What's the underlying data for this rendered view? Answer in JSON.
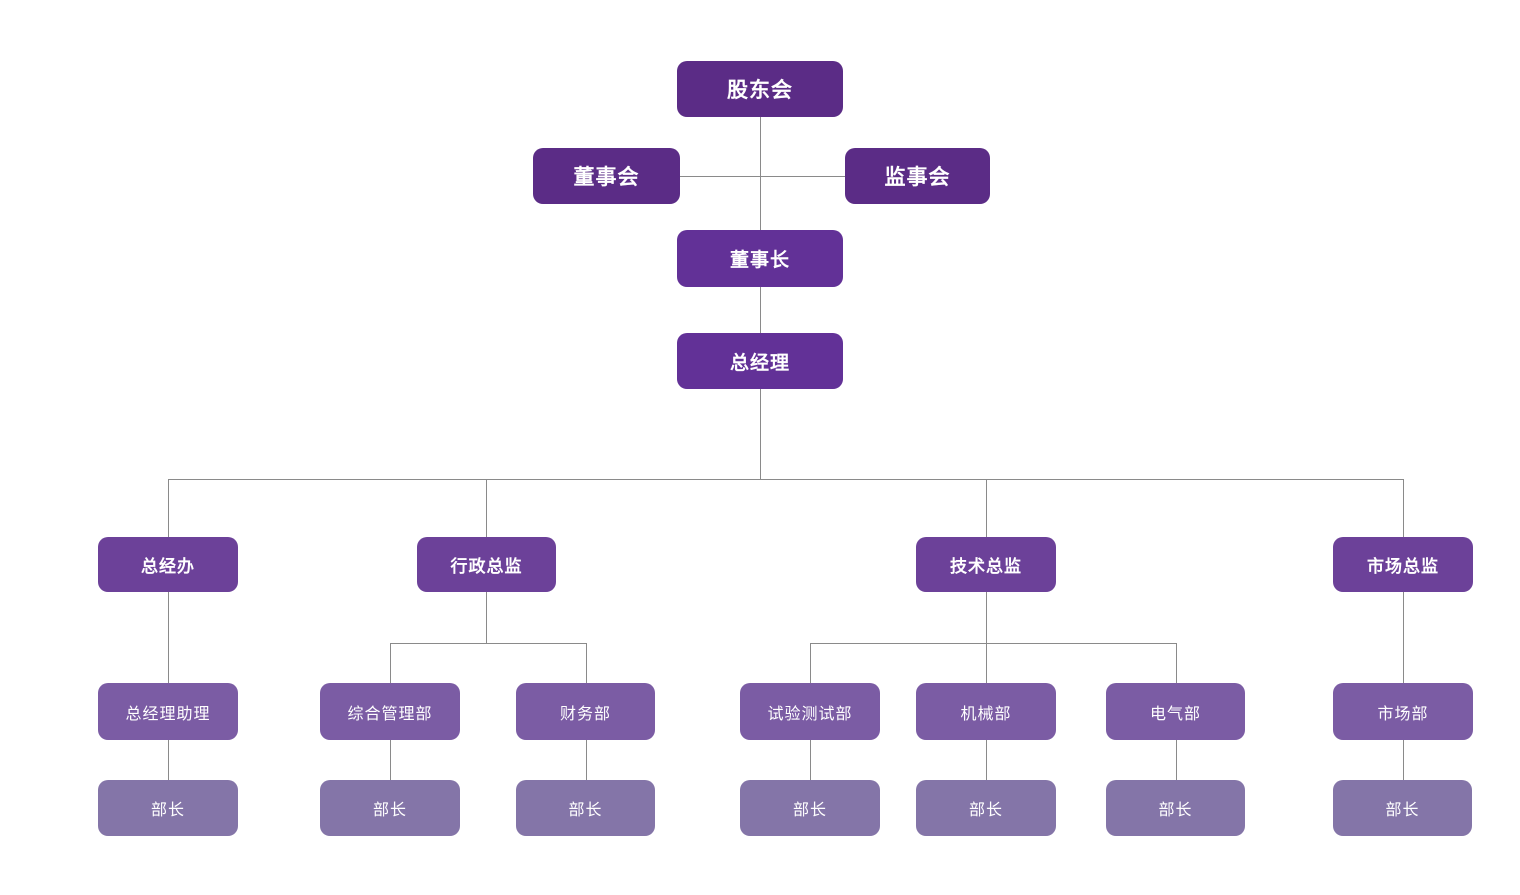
{
  "page": {
    "background_color": "#ffffff"
  },
  "org_chart": {
    "type": "organization-chart",
    "colors": {
      "tier1": "#5b2c86",
      "tier2": "#623197",
      "tier3": "#6c4199",
      "tier4": "#7b5ca4",
      "tier5": "#8475a8",
      "connector": "#8a8a8a",
      "node_text": "#ffffff",
      "page_bg": "#ffffff"
    },
    "nodes": {
      "shareholders": {
        "label": "股东会"
      },
      "board": {
        "label": "董事会"
      },
      "supervisors": {
        "label": "监事会"
      },
      "chairman": {
        "label": "董事长"
      },
      "general_manager": {
        "label": "总经理"
      },
      "gm_office": {
        "label": "总经办"
      },
      "admin_director": {
        "label": "行政总监"
      },
      "tech_director": {
        "label": "技术总监"
      },
      "marketing_director": {
        "label": "市场总监"
      },
      "gm_assistant": {
        "label": "总经理助理"
      },
      "general_admin_dept": {
        "label": "综合管理部"
      },
      "finance_dept": {
        "label": "财务部"
      },
      "testing_dept": {
        "label": "试验测试部"
      },
      "mechanical_dept": {
        "label": "机械部"
      },
      "electrical_dept": {
        "label": "电气部"
      },
      "marketing_dept": {
        "label": "市场部"
      },
      "minister_labels": [
        "部长",
        "部长",
        "部长",
        "部长",
        "部长",
        "部长",
        "部长"
      ]
    },
    "edges": [
      {
        "from": "shareholders",
        "to": "board"
      },
      {
        "from": "shareholders",
        "to": "supervisors"
      },
      {
        "from": "shareholders",
        "to": "chairman"
      },
      {
        "from": "chairman",
        "to": "general_manager"
      },
      {
        "from": "general_manager",
        "to": "gm_office"
      },
      {
        "from": "general_manager",
        "to": "admin_director"
      },
      {
        "from": "general_manager",
        "to": "tech_director"
      },
      {
        "from": "general_manager",
        "to": "marketing_director"
      },
      {
        "from": "gm_office",
        "to": "gm_assistant"
      },
      {
        "from": "admin_director",
        "to": "general_admin_dept"
      },
      {
        "from": "admin_director",
        "to": "finance_dept"
      },
      {
        "from": "tech_director",
        "to": "testing_dept"
      },
      {
        "from": "tech_director",
        "to": "mechanical_dept"
      },
      {
        "from": "tech_director",
        "to": "electrical_dept"
      },
      {
        "from": "marketing_director",
        "to": "marketing_dept"
      },
      {
        "from": "gm_assistant",
        "to": "minister"
      },
      {
        "from": "general_admin_dept",
        "to": "minister"
      },
      {
        "from": "finance_dept",
        "to": "minister"
      },
      {
        "from": "testing_dept",
        "to": "minister"
      },
      {
        "from": "mechanical_dept",
        "to": "minister"
      },
      {
        "from": "electrical_dept",
        "to": "minister"
      },
      {
        "from": "marketing_dept",
        "to": "minister"
      }
    ]
  }
}
